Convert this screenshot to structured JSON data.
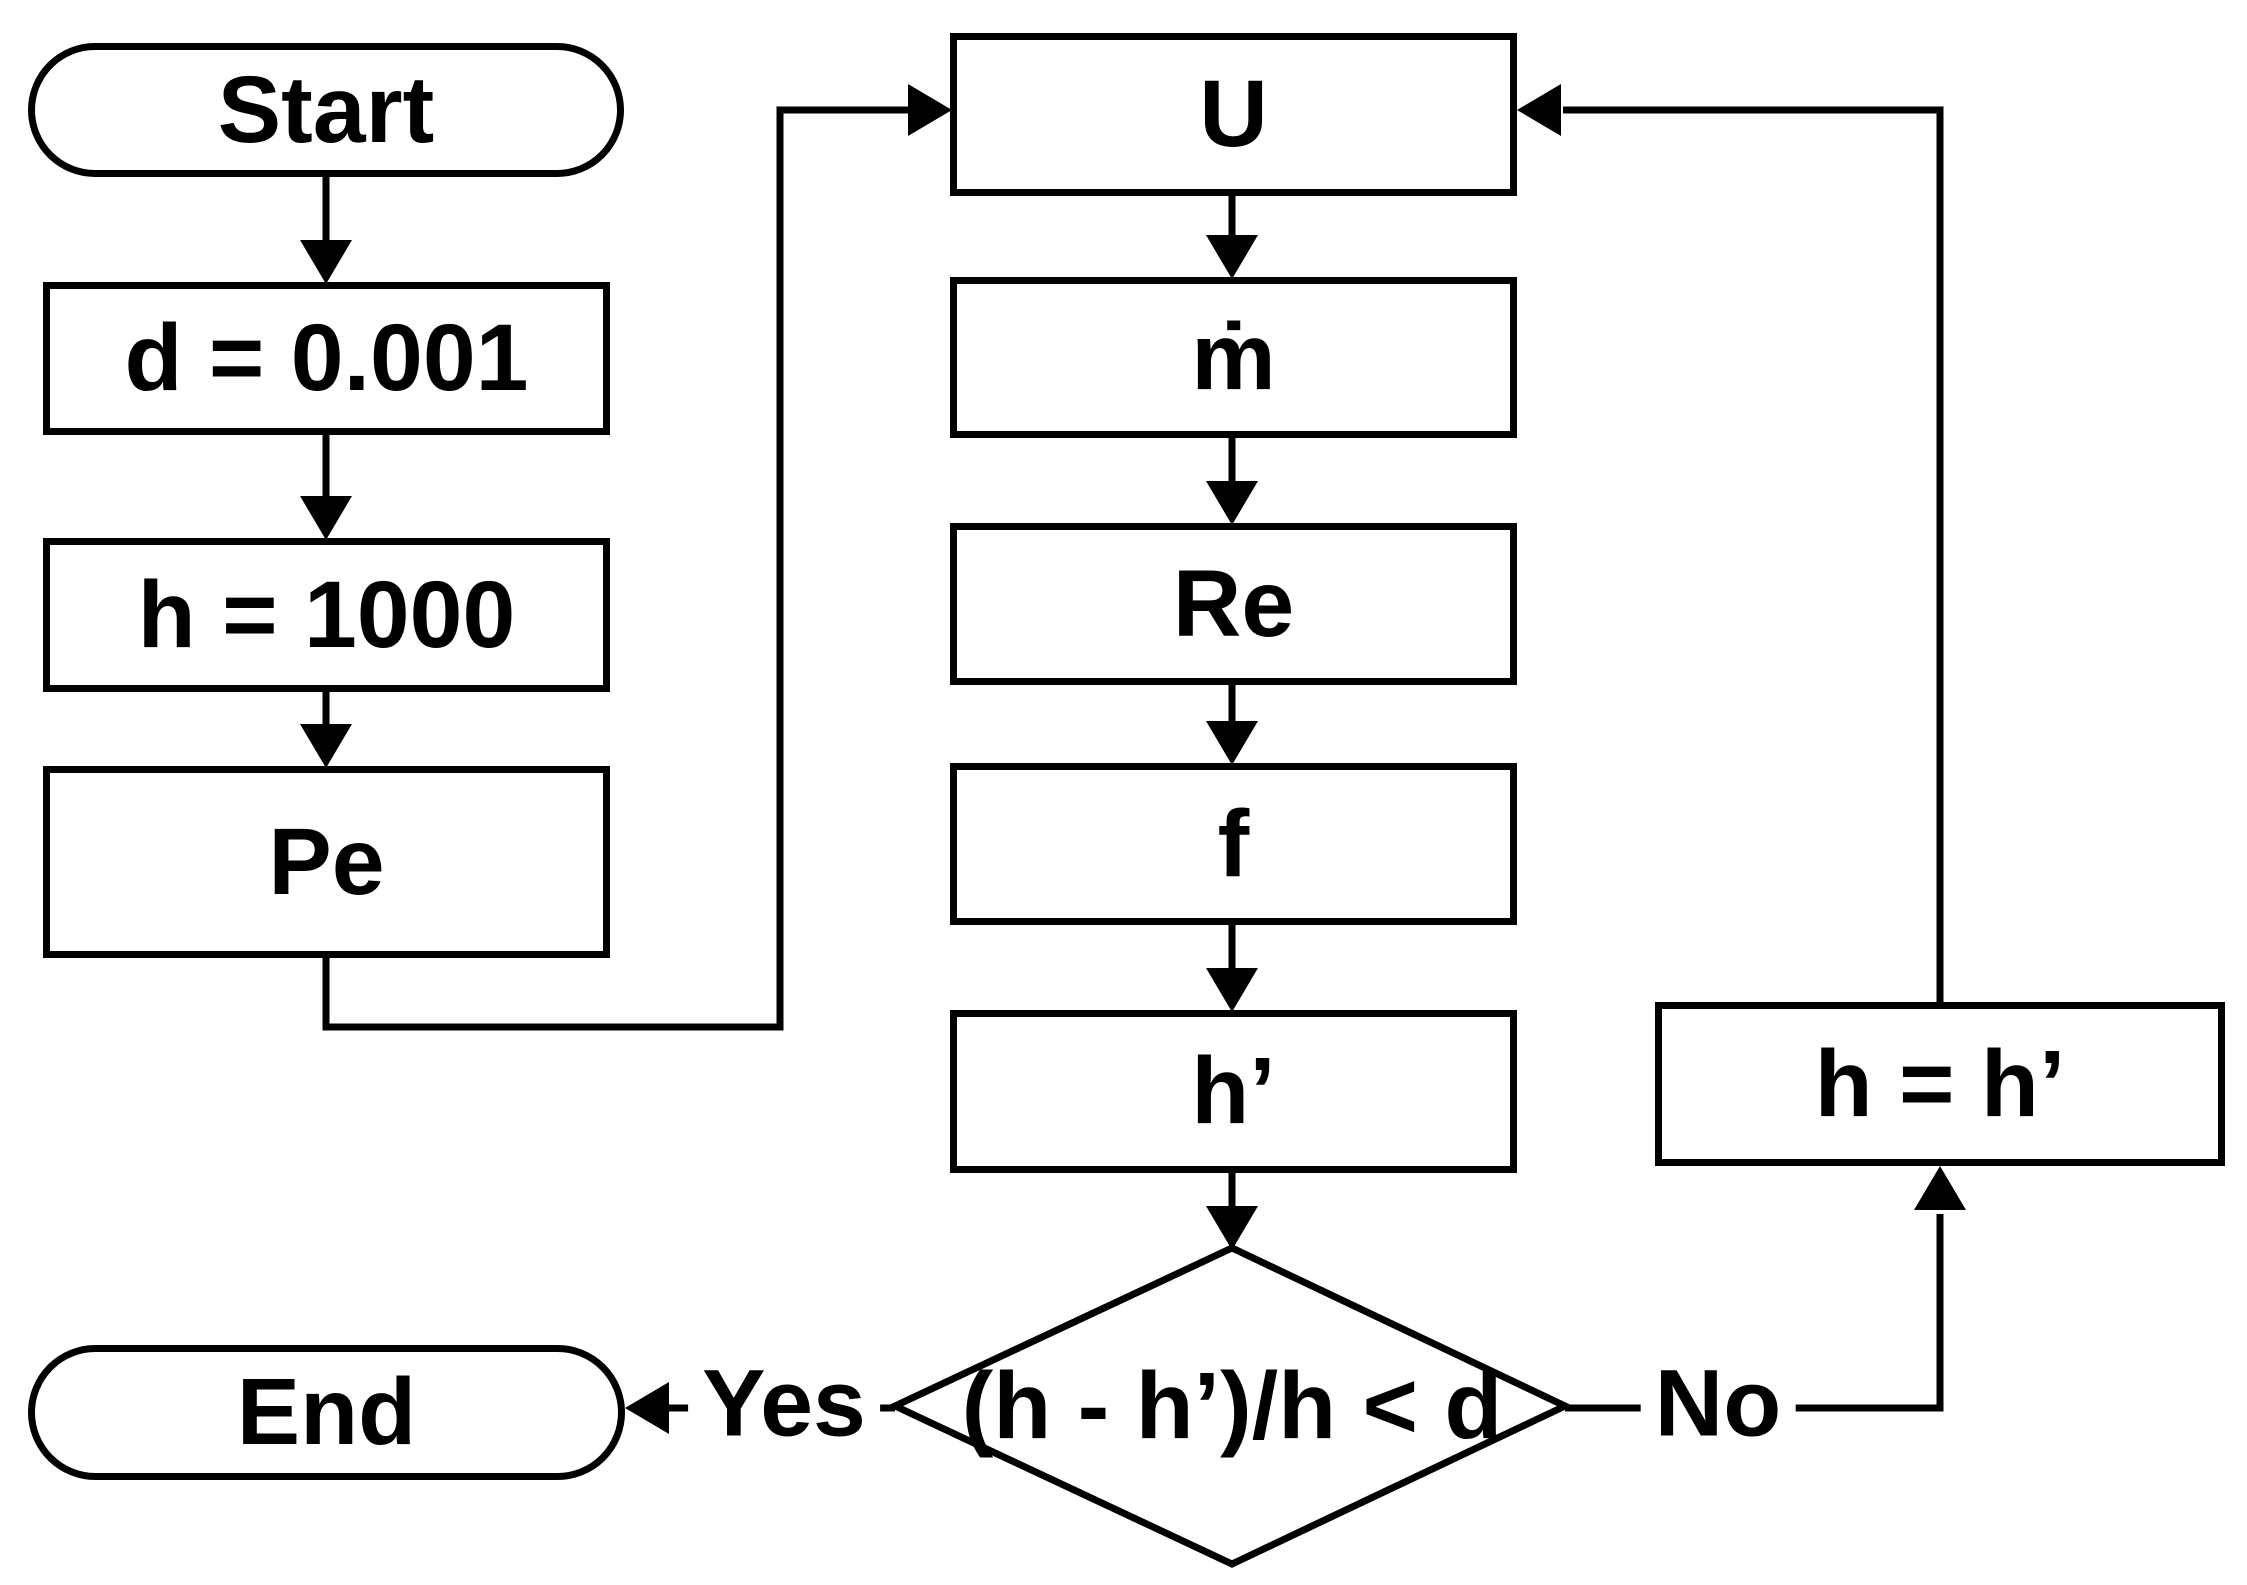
{
  "diagram": {
    "type": "flowchart",
    "colors": {
      "stroke": "#000000",
      "fill": "#ffffff",
      "text": "#000000"
    },
    "nodes": {
      "start": {
        "label": "Start",
        "shape": "stadium"
      },
      "d_init": {
        "label": "d = 0.001",
        "shape": "process"
      },
      "h_init": {
        "label": "h = 1000",
        "shape": "process"
      },
      "pe": {
        "label": "Pe",
        "shape": "process"
      },
      "u": {
        "label": "U",
        "shape": "process"
      },
      "m_dot": {
        "label": "ṁ",
        "shape": "process"
      },
      "re": {
        "label": "Re",
        "shape": "process"
      },
      "f": {
        "label": "f",
        "shape": "process"
      },
      "h_prime": {
        "label": "h’",
        "shape": "process"
      },
      "decision": {
        "label": "(h - h’)/h < d",
        "shape": "diamond"
      },
      "h_update": {
        "label": "h = h’",
        "shape": "process"
      },
      "end": {
        "label": "End",
        "shape": "stadium"
      }
    },
    "edge_labels": {
      "yes": "Yes",
      "no": "No"
    }
  }
}
